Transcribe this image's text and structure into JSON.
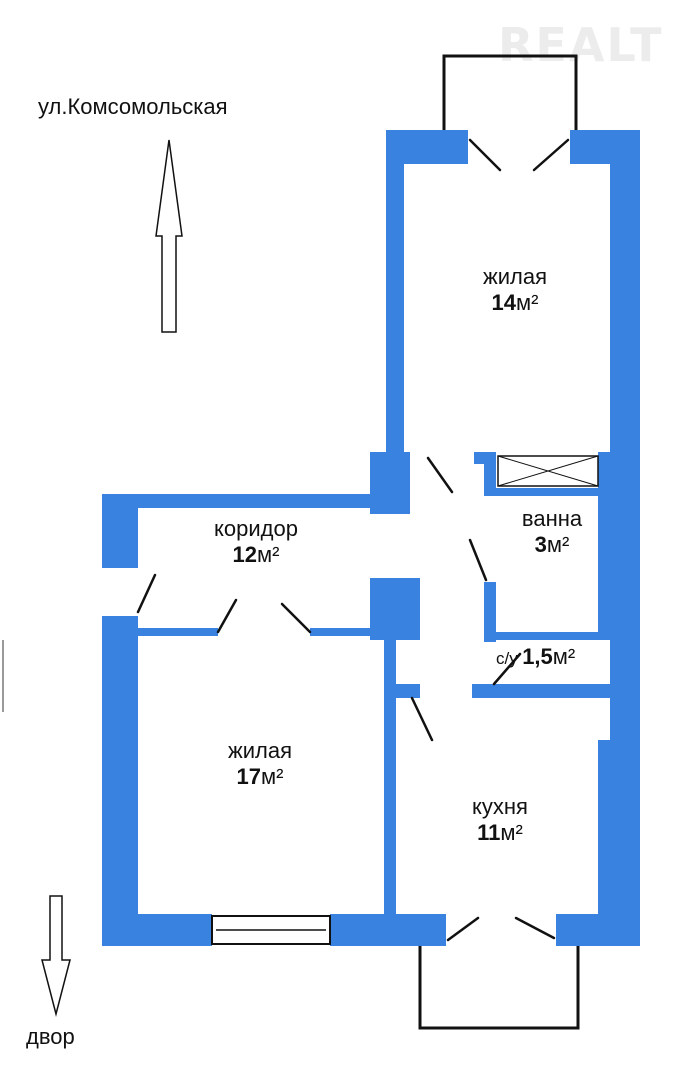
{
  "watermark": "REALT",
  "street_label": "ул.Комсомольская",
  "yard_label": "двор",
  "rooms": {
    "living_top": {
      "name": "жилая",
      "area_num": "14",
      "area_unit": "м²"
    },
    "corridor": {
      "name": "коридор",
      "area_num": "12",
      "area_unit": "м²"
    },
    "bath": {
      "name": "ванна",
      "area_num": "3",
      "area_unit": "м²"
    },
    "wc": {
      "name": "с/у",
      "area_num": "1,5",
      "area_unit": "м²"
    },
    "living_bottom": {
      "name": "жилая",
      "area_num": "17",
      "area_unit": "м²"
    },
    "kitchen": {
      "name": "кухня",
      "area_num": "11",
      "area_unit": "м²"
    }
  },
  "colors": {
    "wall": "#3a82e0",
    "line": "#111111"
  }
}
